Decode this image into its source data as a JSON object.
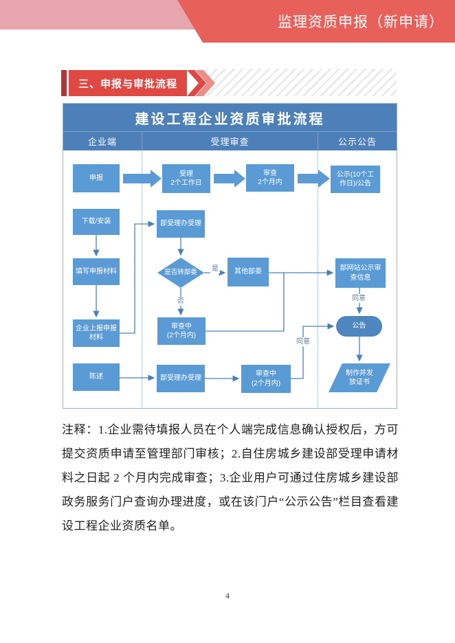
{
  "header": {
    "title": "监理资质申报（新申请）"
  },
  "section": {
    "title": "三、申报与审批流程"
  },
  "flowchart": {
    "title": "建设工程企业资质审批流程",
    "columns": {
      "c1": "企业端",
      "c2": "受理审查",
      "c3": "公示公告"
    },
    "nodes": {
      "apply": "申报",
      "download": "下载/安装",
      "fill": "填写申报材料",
      "submit": "企业上报申报\n材料",
      "statement": "陈述",
      "accept": "受理\n2个工作日",
      "review": "审查\n2个月内",
      "publicity": "公示(10个工\n作日)/公告",
      "office_accept_1": "部受理办受理",
      "decision": "是否转部委",
      "other_ministries": "其他部委",
      "under_review_1": "审查中\n(2个月内)",
      "office_accept_2": "部受理办受理",
      "under_review_2": "审查中\n(2个月内)",
      "site_publicity": "部网站公示审\n查信息",
      "announcement": "公告",
      "certificate": "制作并发放证书"
    },
    "labels": {
      "yes": "是",
      "no": "否",
      "agree_1": "同意",
      "agree_2": "同意"
    }
  },
  "notes": {
    "text": "注释：1.企业需待填报人员在个人端完成信息确认授权后，方可提交资质申请至管理部门审核；2.自住房城乡建设部受理申请材料之日起 2 个月内完成审查；3.企业用户可通过住房城乡建设部政务服务门户查询办理进度，或在该门户“公示公告”栏目查看建设工程企业资质名单。"
  },
  "footer": {
    "page_number": "4"
  },
  "colors": {
    "banner_pink": "#e7a6ae",
    "banner_red": "#e76059",
    "section_red": "#e04843",
    "section_dark_red": "#b03538",
    "box_blue": "#5b9bd5",
    "header_blue": "#4d80b9",
    "pill_blue": "#4e86c0",
    "line_blue": "#4a7ebb"
  }
}
